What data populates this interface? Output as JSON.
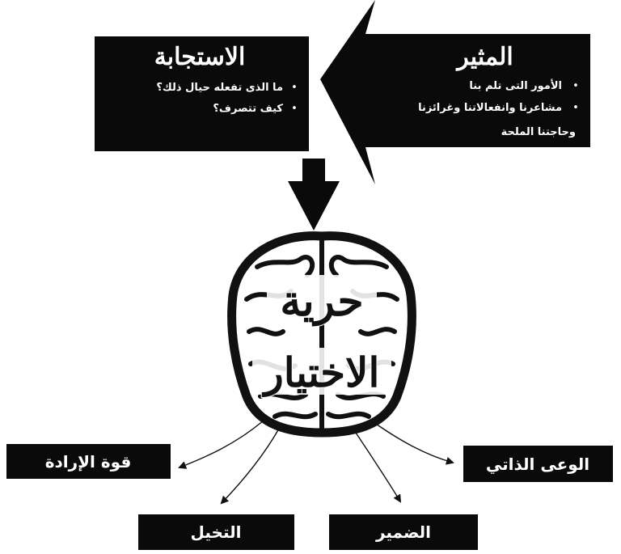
{
  "stimulus": {
    "title": "المثير",
    "bullets": [
      "الأمور التى تلم بنا",
      "مشاعرنا وانفعالاتنا وغرائزنا"
    ],
    "continuation": "وحاجتنا الملحة"
  },
  "response": {
    "title": "الاستجابة",
    "bullets": [
      "ما الذى تفعله حيال ذلك؟",
      "كيف تتصرف؟"
    ]
  },
  "brain": {
    "line1": "حرية",
    "line2": "الاختيار"
  },
  "outputs": {
    "willpower": "قوة الإرادة",
    "self_awareness": "الوعى الذاتي",
    "imagination": "التخيل",
    "conscience": "الضمير"
  },
  "colors": {
    "box": "#0a0a0a",
    "text_on_box": "#ffffff",
    "line": "#111111"
  },
  "bullet_glyph": "•"
}
